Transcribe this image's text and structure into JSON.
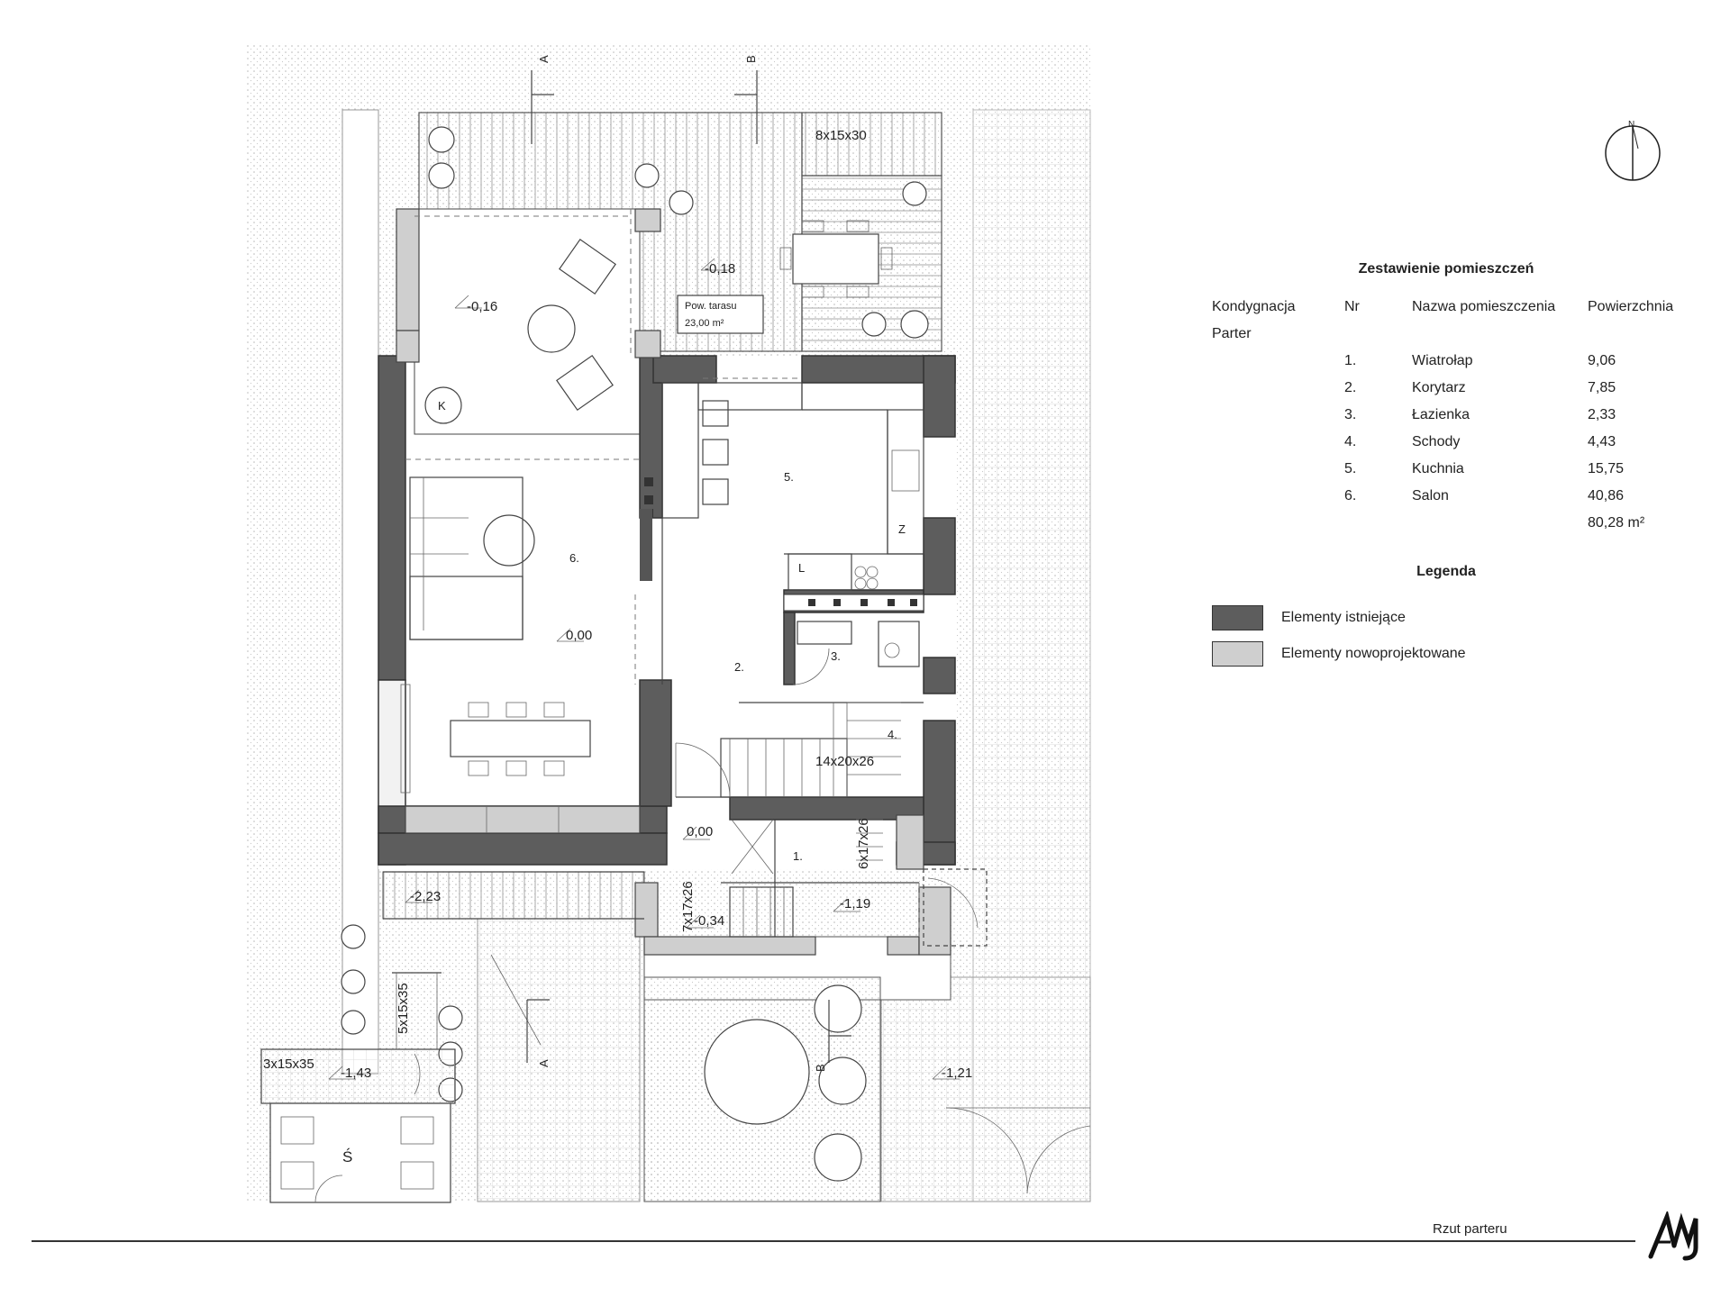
{
  "table": {
    "title": "Zestawienie pomieszczeń",
    "headers": [
      "Kondygnacja",
      "Nr",
      "Nazwa pomieszczenia",
      "Powierzchnia"
    ],
    "floor": "Parter",
    "rows": [
      {
        "nr": "1.",
        "name": "Wiatrołap",
        "area": "9,06"
      },
      {
        "nr": "2.",
        "name": "Korytarz",
        "area": "7,85"
      },
      {
        "nr": "3.",
        "name": "Łazienka",
        "area": "2,33"
      },
      {
        "nr": "4.",
        "name": "Schody",
        "area": "4,43"
      },
      {
        "nr": "5.",
        "name": "Kuchnia",
        "area": "15,75"
      },
      {
        "nr": "6.",
        "name": "Salon",
        "area": "40,86"
      }
    ],
    "total": "80,28 m²"
  },
  "legend": {
    "title": "Legenda",
    "items": [
      {
        "label": "Elementy istniejące",
        "color": "#5d5d5d"
      },
      {
        "label": "Elementy nowoprojektowane",
        "color": "#cfcfcf"
      }
    ]
  },
  "plan": {
    "room_labels": [
      "1.",
      "2.",
      "3.",
      "4.",
      "5.",
      "6."
    ],
    "levels": [
      "-0,16",
      "-0,18",
      "0,00",
      "0,00",
      "-2,23",
      "-0,34",
      "-1,19",
      "-1,43",
      "-1,21"
    ],
    "stairs": [
      "8x15x30",
      "14x20x26",
      "6x17x26",
      "7x17x26",
      "5x15x35",
      "3x15x35"
    ],
    "terrace_label": "Pow. tarasu",
    "terrace_area": "23,00 m²",
    "sections": [
      "A",
      "B",
      "A",
      "B"
    ],
    "symbols": [
      "K",
      "L",
      "Z",
      "Ś"
    ],
    "north": "N"
  },
  "footer": {
    "title": "Rzut parteru"
  },
  "colors": {
    "existing": "#5d5d5d",
    "new": "#cfcfcf",
    "line": "#444444"
  }
}
